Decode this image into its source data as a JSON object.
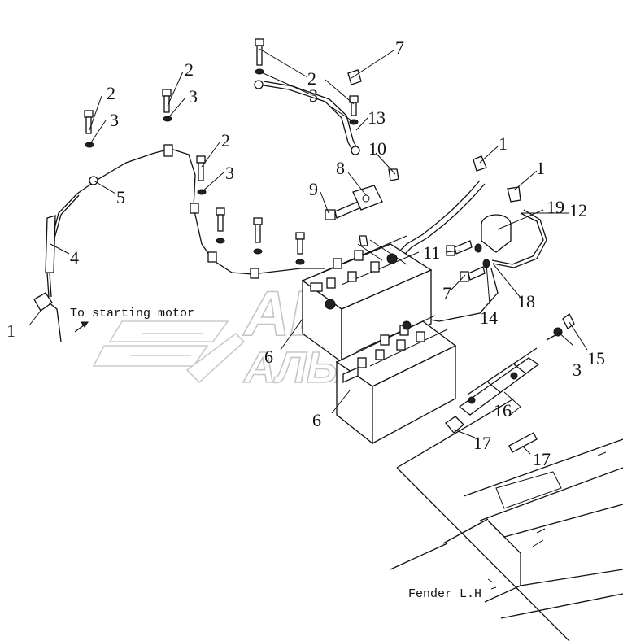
{
  "diagram": {
    "callouts": [
      {
        "id": "c1a",
        "text": "1"
      },
      {
        "id": "c1b",
        "text": "1"
      },
      {
        "id": "c1c",
        "text": "1"
      },
      {
        "id": "c2a",
        "text": "2"
      },
      {
        "id": "c2b",
        "text": "2"
      },
      {
        "id": "c2c",
        "text": "2"
      },
      {
        "id": "c2d",
        "text": "2"
      },
      {
        "id": "c3a",
        "text": "3"
      },
      {
        "id": "c3b",
        "text": "3"
      },
      {
        "id": "c3c",
        "text": "3"
      },
      {
        "id": "c3d",
        "text": "3"
      },
      {
        "id": "c3e",
        "text": "3"
      },
      {
        "id": "c4",
        "text": "4"
      },
      {
        "id": "c5",
        "text": "5"
      },
      {
        "id": "c6a",
        "text": "6"
      },
      {
        "id": "c6b",
        "text": "6"
      },
      {
        "id": "c7a",
        "text": "7"
      },
      {
        "id": "c7b",
        "text": "7"
      },
      {
        "id": "c8",
        "text": "8"
      },
      {
        "id": "c9",
        "text": "9"
      },
      {
        "id": "c10",
        "text": "10"
      },
      {
        "id": "c11",
        "text": "11"
      },
      {
        "id": "c12",
        "text": "12"
      },
      {
        "id": "c13",
        "text": "13"
      },
      {
        "id": "c14",
        "text": "14"
      },
      {
        "id": "c15",
        "text": "15"
      },
      {
        "id": "c16",
        "text": "16"
      },
      {
        "id": "c17a",
        "text": "17"
      },
      {
        "id": "c17b",
        "text": "17"
      },
      {
        "id": "c18",
        "text": "18"
      },
      {
        "id": "c19",
        "text": "19"
      }
    ],
    "labels": {
      "starting_motor": "To starting motor",
      "fender": "Fender L.H"
    },
    "watermark": {
      "line1": "АВТО",
      "line2": "АЛЬЯНС"
    }
  }
}
